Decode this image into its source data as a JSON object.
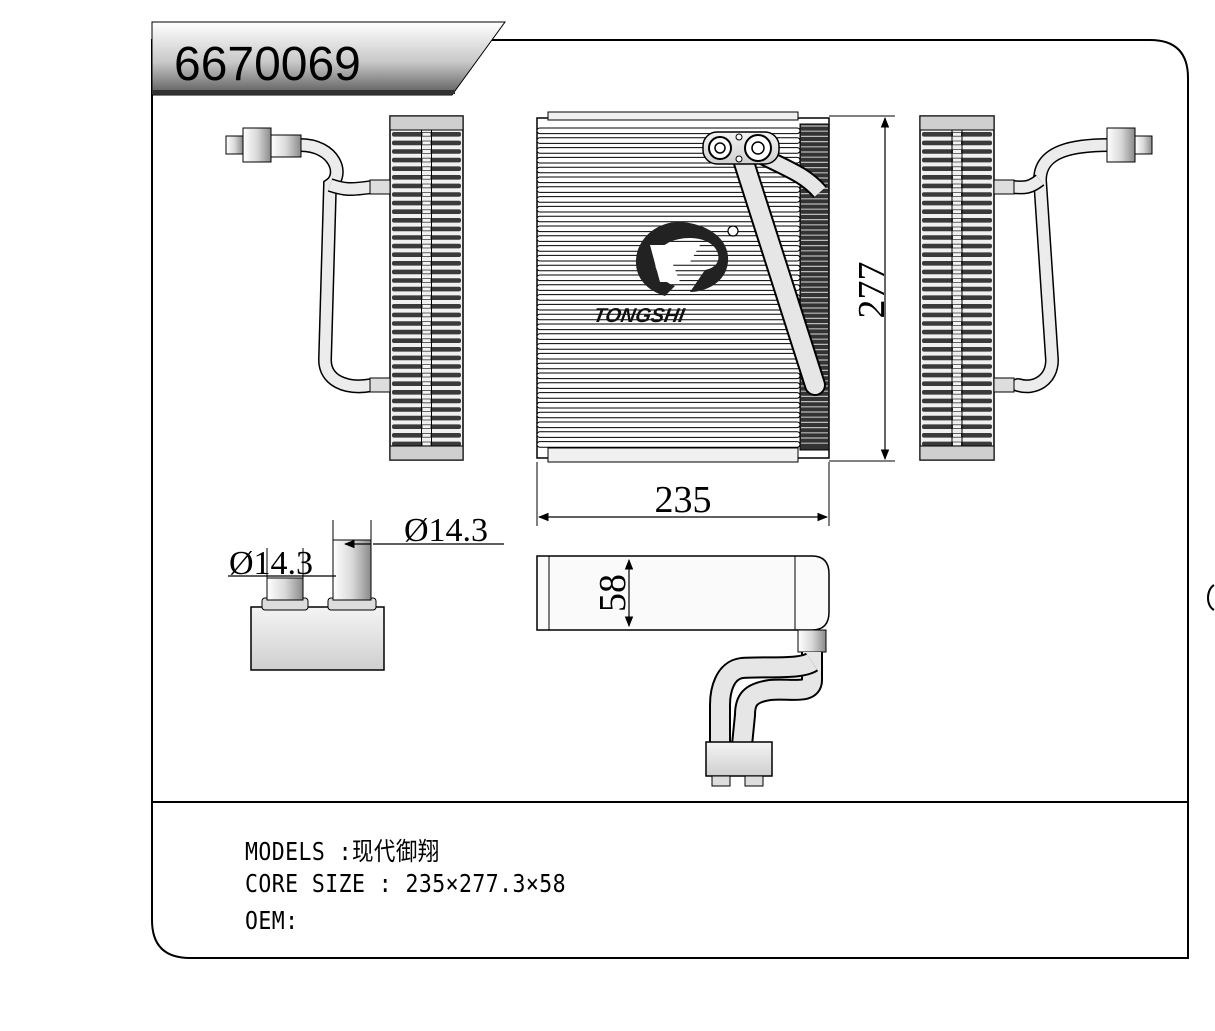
{
  "part_number": "6670069",
  "dimensions": {
    "height": "277",
    "width": "235",
    "depth": "58",
    "pipe_outlet": "Ø14.3",
    "pipe_inlet": "Ø14.3"
  },
  "logo": {
    "brand": "TONGSHI",
    "mark": "®"
  },
  "specs": {
    "models": "MODELS :现代御翔",
    "core_size": "CORE SIZE : 235×277.3×58",
    "oem": "OEM:"
  },
  "colors": {
    "line": "#000000",
    "fill_light": "#e8e8e8",
    "fill_dark": "#555555"
  }
}
